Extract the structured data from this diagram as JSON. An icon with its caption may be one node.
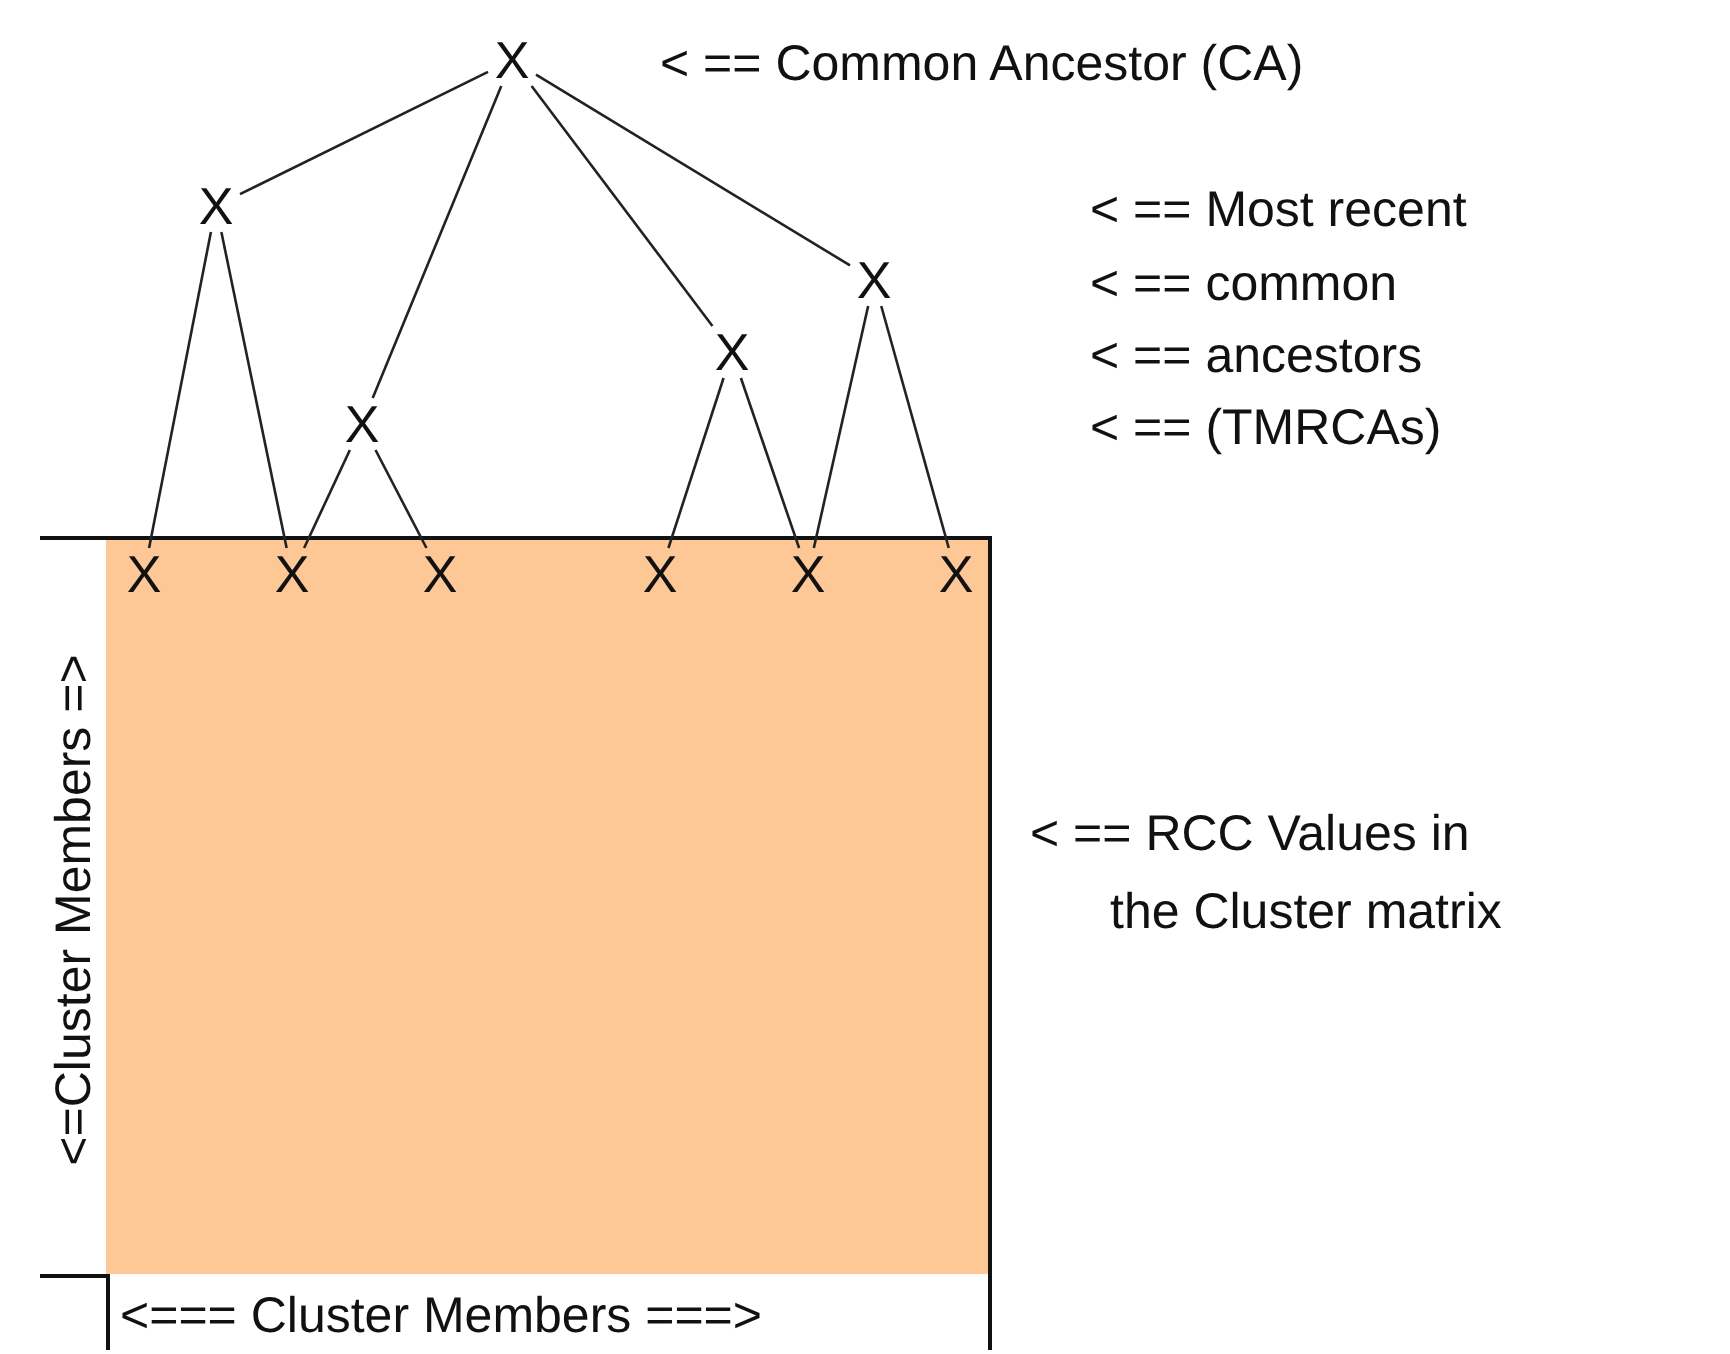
{
  "diagram": {
    "nodes": [
      {
        "text": [
          "X"
        ]
      },
      {
        "text": [
          "X"
        ]
      },
      {
        "text": [
          "X"
        ]
      },
      {
        "text": [
          "X"
        ]
      },
      {
        "text": [
          "X"
        ]
      },
      {
        "text": [
          "X"
        ]
      },
      {
        "text": [
          "X"
        ]
      },
      {
        "text": [
          "X"
        ]
      },
      {
        "text": [
          "X"
        ]
      },
      {
        "text": [
          "X"
        ]
      },
      {
        "text": [
          "X"
        ]
      }
    ],
    "edges": [
      {
        "from": 0,
        "to": 1,
        "arrow": "none"
      },
      {
        "from": 0,
        "to": 4,
        "arrow": "none"
      },
      {
        "from": 0,
        "to": 3,
        "arrow": "none"
      },
      {
        "from": 0,
        "to": 2,
        "arrow": "none"
      },
      {
        "from": 1,
        "to": 5,
        "arrow": "none"
      },
      {
        "from": 1,
        "to": 6,
        "arrow": "none"
      },
      {
        "from": 4,
        "to": 6,
        "arrow": "none"
      },
      {
        "from": 4,
        "to": 7,
        "arrow": "none"
      },
      {
        "from": 3,
        "to": 8,
        "arrow": "none"
      },
      {
        "from": 3,
        "to": 9,
        "arrow": "none"
      },
      {
        "from": 2,
        "to": 9,
        "arrow": "none"
      },
      {
        "from": 2,
        "to": 10,
        "arrow": "none"
      }
    ],
    "labels": [
      "< == Common Ancestor (CA)",
      "< == Most recent",
      "< == common",
      "< == ancestors",
      "< == (TMRCAs)",
      "< == RCC Values in the Cluster matrix",
      "<=Cluster Members =>",
      "<=== Cluster Members ===>"
    ]
  }
}
